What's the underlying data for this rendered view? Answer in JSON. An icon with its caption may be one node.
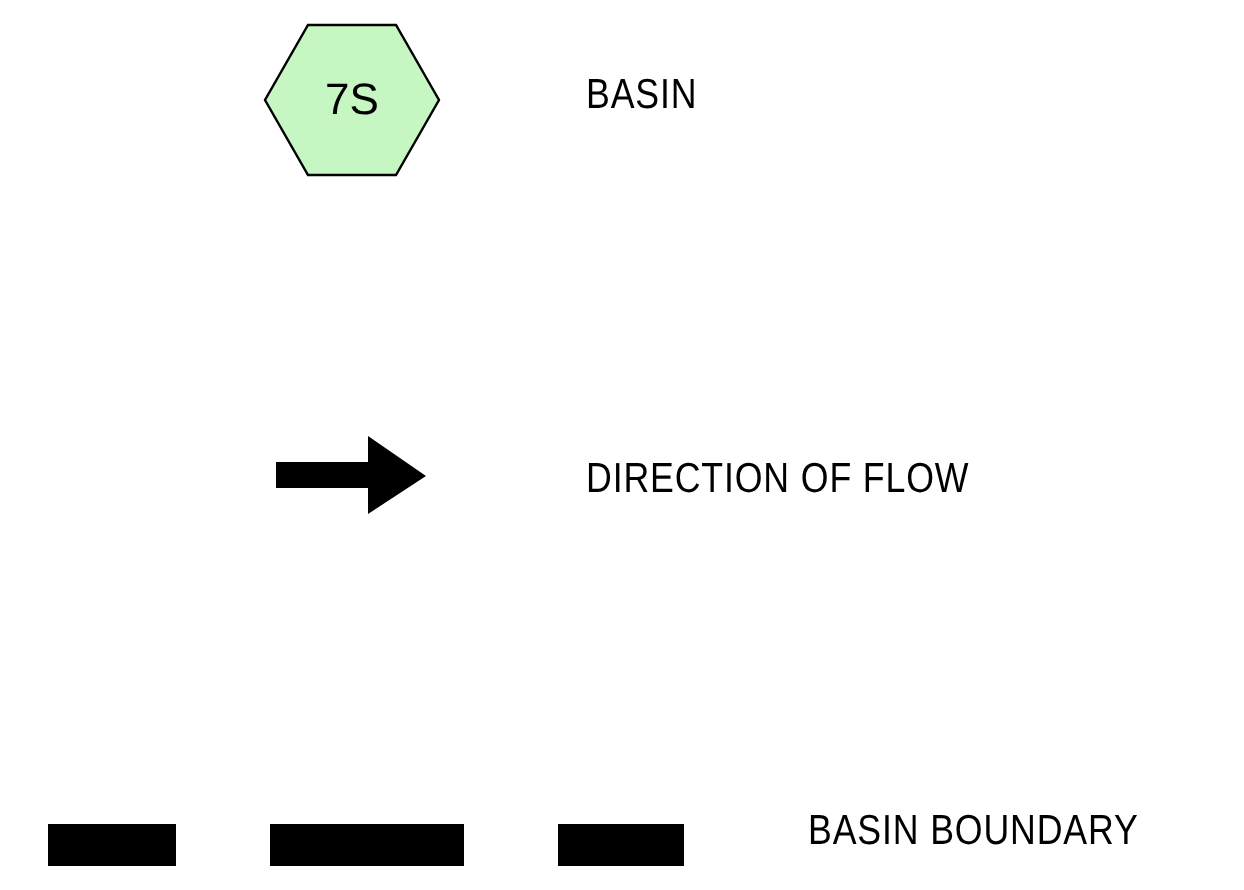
{
  "diagram": {
    "nodes": [
      {
        "text": [
          "7S"
        ]
      }
    ],
    "legend": [
      {
        "text": "BASIN"
      },
      {
        "text": "DIRECTION OF FLOW"
      },
      {
        "text": "BASIN BOUNDARY"
      }
    ]
  }
}
